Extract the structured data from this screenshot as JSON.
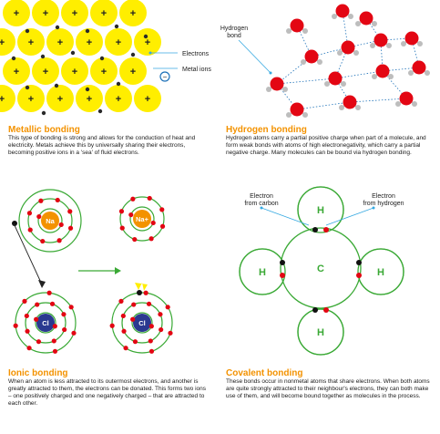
{
  "metallic": {
    "title": "Metallic bonding",
    "body": "This type of bonding is strong and allows for the conduction of heat and electricity. Metals achieve this by universally sharing their electrons, becoming positive ions in a 'sea' of fluid electrons.",
    "label_electrons": "Electrons",
    "label_ions": "Metal ions",
    "ion_sign": "+",
    "electron_sign": "−"
  },
  "hydrogen": {
    "title": "Hydrogen bonding",
    "body": "Hydrogen atoms carry a partial positive charge when part of a molecule, and form weak bonds with atoms of high electronegativity, which carry a partial negative charge. Many molecules can be bound via hydrogen bonding.",
    "label_bond_line1": "Hydrogen",
    "label_bond_line2": "bond"
  },
  "ionic": {
    "title": "Ionic bonding",
    "body": "When an atom is less attracted to its outermost electrons, and another is greatly attracted to them, the electrons can be donated. This forms two ions – one positively charged and one negatively charged – that are attracted to each other.",
    "na_label": "Na",
    "na_ion_label": "Na+",
    "cl_label": "Cl"
  },
  "covalent": {
    "title": "Covalent bonding",
    "body": "These bonds occur in nonmetal atoms that share electrons. When both atoms are quite strongly attracted to their neighbour's electrons, they can both make use of them, and will become bound together as molecules in the process.",
    "label_carbon_line1": "Electron",
    "label_carbon_line2": "from carbon",
    "label_hydrogen_line1": "Electron",
    "label_hydrogen_line2": "from hydrogen",
    "c_label": "C",
    "h_label": "H"
  },
  "colors": {
    "accent": "#f39200",
    "ion_yellow": "#ffee00",
    "electron_red": "#e30613",
    "electron_blue": "#1d71b8",
    "bond_green": "#3aa935",
    "na_orange": "#f39200",
    "cl_blue": "#2a3990",
    "shell_green": "#3aa935",
    "pointer_blue": "#36a9e1"
  }
}
